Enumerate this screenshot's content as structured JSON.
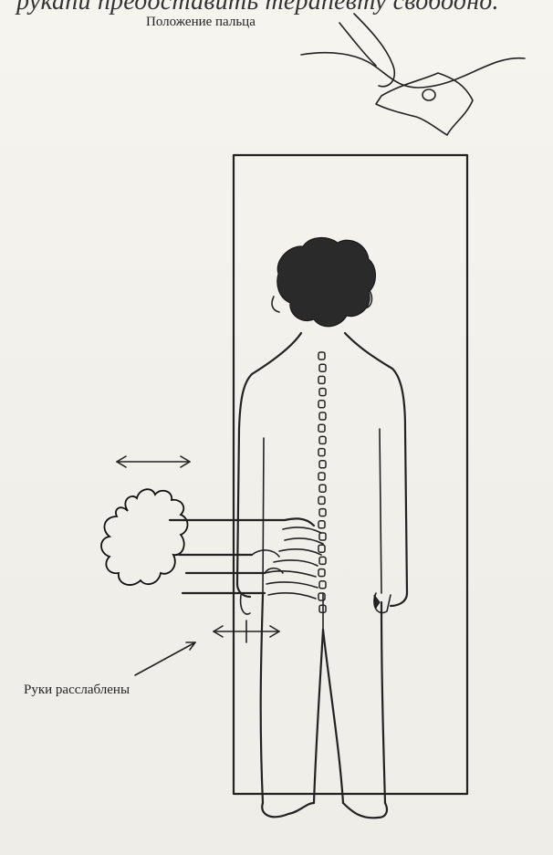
{
  "header_text": "рукапи предоставить терапевту свободно.",
  "labels": {
    "finger_position": "Положение пальца",
    "hands_relaxed": "Руки расслаблены"
  },
  "icons": {
    "arrow": "double-arrow-icon"
  }
}
